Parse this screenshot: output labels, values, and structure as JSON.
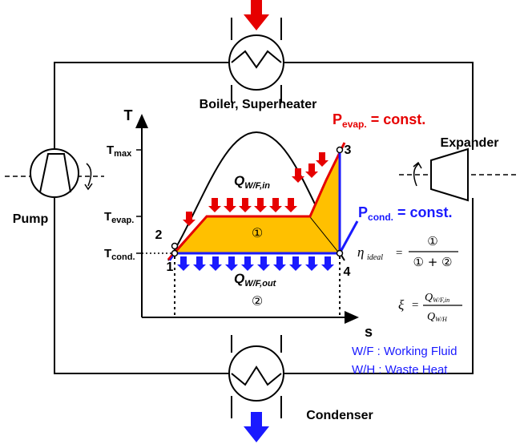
{
  "components": {
    "boiler": "Boiler, Superheater",
    "expander": "Expander",
    "pump": "Pump",
    "condenser": "Condenser"
  },
  "axes": {
    "y": "T",
    "x": "s",
    "t_max": "T",
    "t_max_sub": "max",
    "t_evap": "T",
    "t_evap_sub": "evap.",
    "t_cond": "T",
    "t_cond_sub": "cond."
  },
  "states": [
    "1",
    "2",
    "3",
    "4"
  ],
  "pressure_lines": {
    "evap_p": "P",
    "evap_sub": "evap.",
    "evap_rest": " = const.",
    "cond_p": "P",
    "cond_sub": "cond.",
    "cond_rest": " = const."
  },
  "heat": {
    "q_in": "Q",
    "q_in_sub": "W/F,in",
    "q_out": "Q",
    "q_out_sub": "W/F,out"
  },
  "regions": {
    "one": "①",
    "two": "②"
  },
  "equations": {
    "eta": "η",
    "eta_sub": "ideal",
    "eq_sign": "=",
    "eta_num": "①",
    "eta_den": "① + ②",
    "xi": "ξ",
    "xi_num_q": "Q",
    "xi_num_sub": "W/F,in",
    "xi_den_q": "Q",
    "xi_den_sub": "W/H"
  },
  "legend": {
    "wf": "W/F : Working Fluid",
    "wh": "W/H : Waste Heat"
  },
  "colors": {
    "heat_in": "#e60000",
    "heat_out": "#1a1aff",
    "fill": "#ffc000"
  }
}
